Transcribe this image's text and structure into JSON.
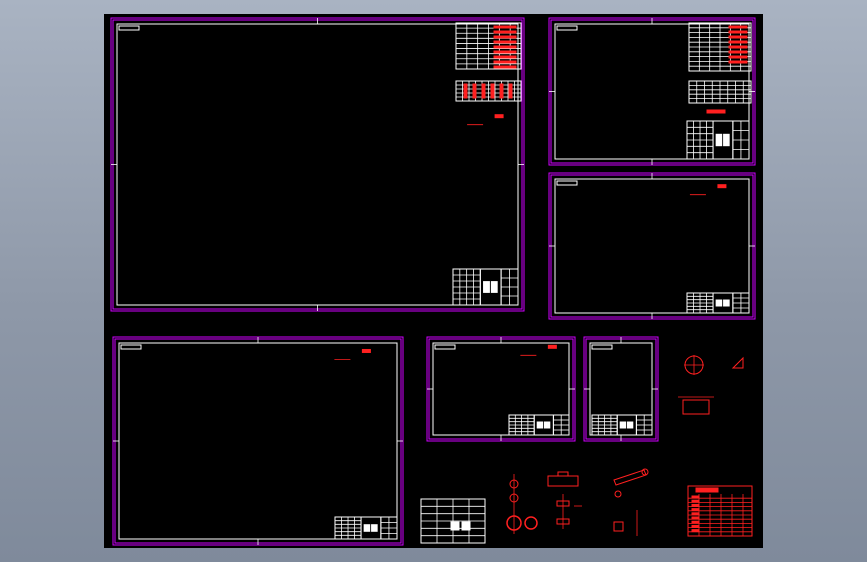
{
  "colors": {
    "background_window": "#8e98a8",
    "canvas": "#000000",
    "sheet_border": "#d000ff",
    "line_white": "#ffffff",
    "line_red": "#ff2020"
  },
  "sheets": [
    {
      "name": "sheet-a0-main"
    },
    {
      "name": "sheet-a2-parts-list"
    },
    {
      "name": "sheet-a2-blank"
    },
    {
      "name": "sheet-a1-lower"
    },
    {
      "name": "sheet-a3-landscape"
    },
    {
      "name": "sheet-a4-portrait"
    }
  ],
  "loose_items": [
    {
      "name": "circle-section-detail"
    },
    {
      "name": "triangle-symbol"
    },
    {
      "name": "rectangle-part"
    },
    {
      "name": "spare-title-block"
    },
    {
      "name": "gear-detail"
    },
    {
      "name": "shaft-detail"
    },
    {
      "name": "link-detail"
    },
    {
      "name": "red-parts-table"
    }
  ]
}
